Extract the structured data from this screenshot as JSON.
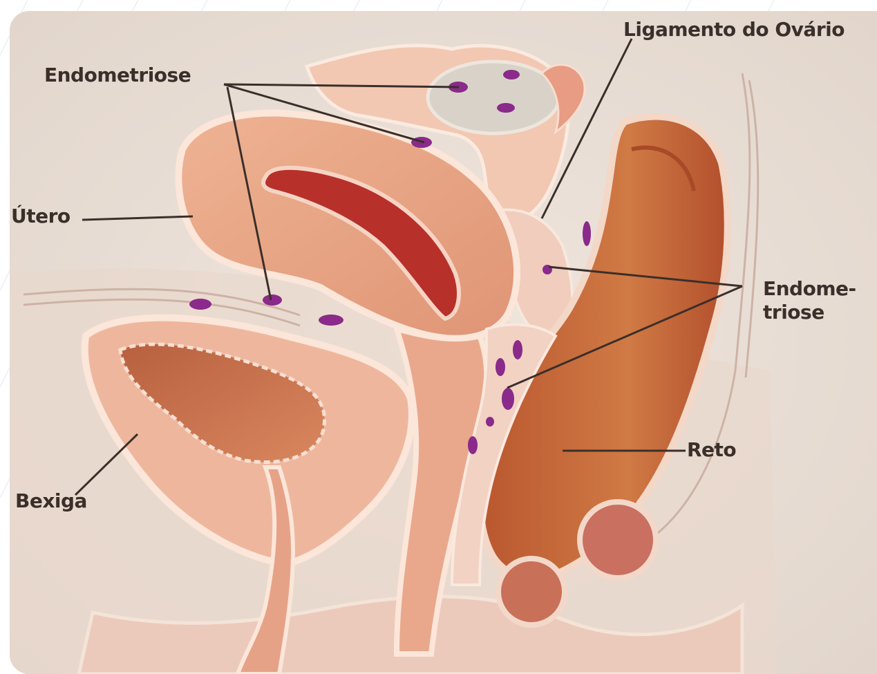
{
  "figure": {
    "labels": {
      "endometriose_top": "Endometriose",
      "ligamento": "Ligamento do Ovário",
      "utero": "Útero",
      "endometriose_right_1": "Endome-",
      "endometriose_right_2": "triose",
      "reto": "Reto",
      "bexiga": "Bexiga"
    }
  },
  "colors": {
    "background": "#ece3db",
    "tissue": "#e8a888",
    "tissue_dark": "#c96a4a",
    "rectum": "#c0623a",
    "lesion": "#8a2a8a",
    "uterine_cavity": "#b8302a"
  }
}
